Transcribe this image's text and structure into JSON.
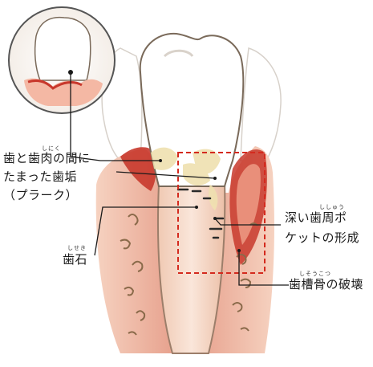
{
  "labels": {
    "plaque_line1": "歯と歯肉の間に",
    "plaque_line2": "たまった歯垢",
    "plaque_line3": "（プラーク）",
    "plaque_ruby": "しにく",
    "calculus": "歯石",
    "calculus_ruby": "しせき",
    "pocket_line1": "深い歯周ポ",
    "pocket_line2": "ケットの形成",
    "pocket_ruby": "ししゅう",
    "bone": "歯槽骨の破壊",
    "bone_ruby": "しそうこつ"
  },
  "colors": {
    "gum": "#c8382c",
    "gum_light": "#f2b9a6",
    "root": "#f4d6c2",
    "enamel": "#ffffff",
    "outline": "#7a6a5a",
    "highlight_box": "#d42a1e",
    "plaque": "#efe1b0",
    "leader": "#1a1a1a"
  }
}
